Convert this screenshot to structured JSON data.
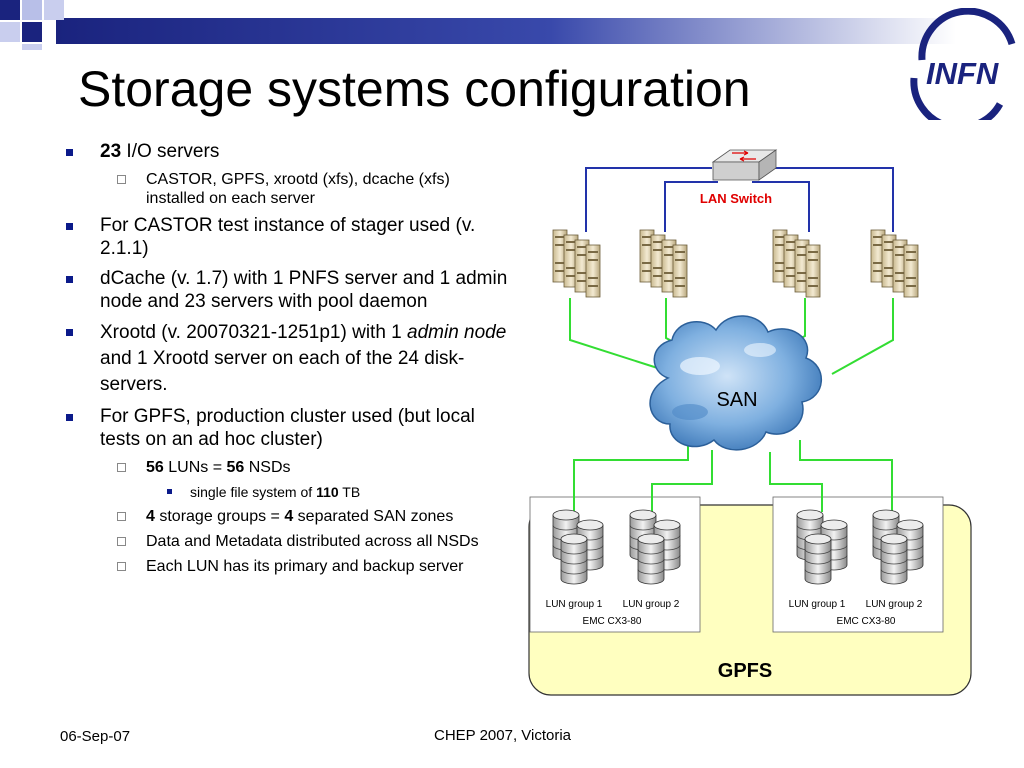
{
  "slide": {
    "title": "Storage systems configuration",
    "bullets": [
      {
        "bold": "23",
        "text": " I/O servers"
      },
      {
        "text": "CASTOR, GPFS, xrootd (xfs), dcache (xfs) installed on each server"
      },
      {
        "text": "For CASTOR test instance of stager used (v. 2.1.1)"
      },
      {
        "text": "dCache (v. 1.7) with 1 PNFS server and 1 admin node and 23 servers with pool daemon"
      },
      {
        "pre": "Xrootd (v. 20070321-1251p1) with 1 ",
        "italic": "admin node",
        "post": " and 1 Xrootd server on each of the 24 disk-servers."
      },
      {
        "text": "For GPFS, production cluster used (but local tests on an ad hoc cluster)"
      },
      {
        "bold1": "56",
        "mid": " LUNs = ",
        "bold2": "56",
        "post": " NSDs"
      },
      {
        "pre": "single file system of  ",
        "bold": "110",
        "post": " TB"
      },
      {
        "bold1": "4",
        "mid": " storage groups = ",
        "bold2": "4",
        "post": " separated SAN zones"
      },
      {
        "text": "Data and Metadata distributed across all NSDs"
      },
      {
        "text": "Each LUN has its primary and backup server"
      }
    ]
  },
  "logo": {
    "text": "INFN"
  },
  "diagram": {
    "lan_switch_label": "LAN Switch",
    "san_label": "SAN",
    "gpfs_label": "GPFS",
    "lun_group_1": "LUN group 1",
    "lun_group_2": "LUN group 2",
    "emc_model": "EMC CX3-80"
  },
  "footer": {
    "date": "06-Sep-07",
    "event": "CHEP 2007, Victoria"
  },
  "colors": {
    "title_bar": "#1a237e",
    "lan_link": "#2233aa",
    "san_link": "#33dd33",
    "gpfs_fill": "#ffffc0",
    "switch_label": "#e00000"
  }
}
